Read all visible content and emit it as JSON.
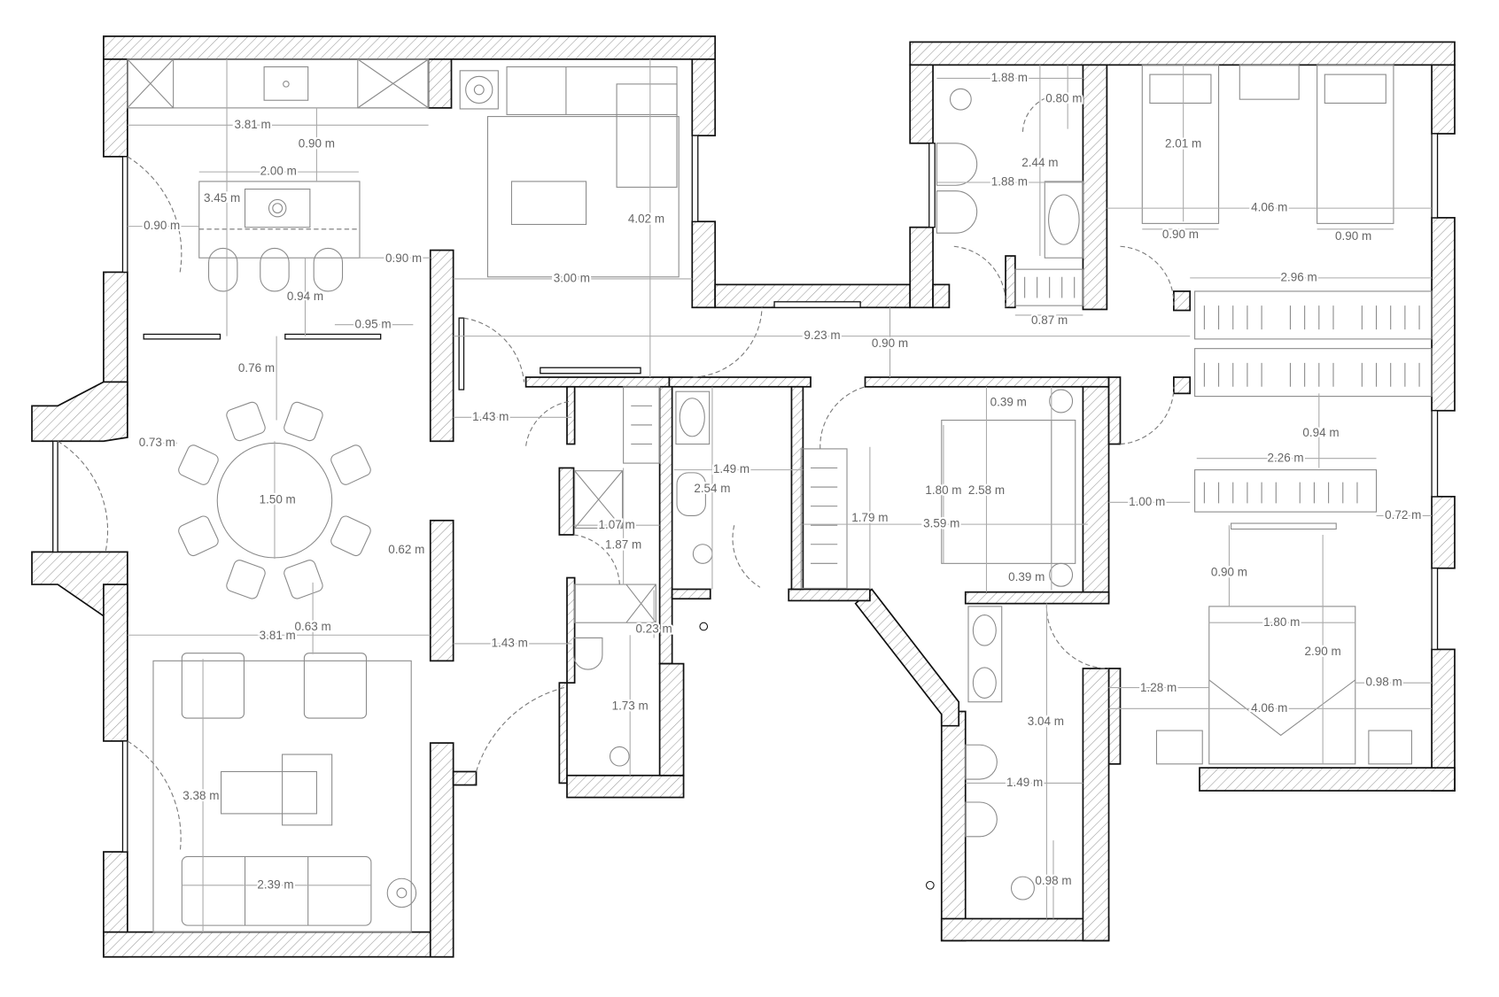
{
  "plan": {
    "dimensions": [
      "3.81 m",
      "0.90 m",
      "2.00 m",
      "3.45 m",
      "0.90 m",
      "0.90 m",
      "0.94 m",
      "0.95 m",
      "4.02 m",
      "3.00 m",
      "0.76 m",
      "1.43 m",
      "0.73 m",
      "1.50 m",
      "0.62 m",
      "0.63 m",
      "3.81 m",
      "1.43 m",
      "3.38 m",
      "2.39 m",
      "1.49 m",
      "2.54 m",
      "1.07 m",
      "1.87 m",
      "0.23 m",
      "1.73 m",
      "1.79 m",
      "3.59 m",
      "1.80 m",
      "2.58 m",
      "0.39 m",
      "0.39 m",
      "1.00 m",
      "9.23 m",
      "0.90 m",
      "1.88 m",
      "0.80 m",
      "2.44 m",
      "1.88 m",
      "0.87 m",
      "2.01 m",
      "4.06 m",
      "0.90 m",
      "0.90 m",
      "2.96 m",
      "0.94 m",
      "2.26 m",
      "0.72 m",
      "0.90 m",
      "1.80 m",
      "2.90 m",
      "1.28 m",
      "0.98 m",
      "4.06 m",
      "3.04 m",
      "1.49 m",
      "0.98 m"
    ]
  }
}
